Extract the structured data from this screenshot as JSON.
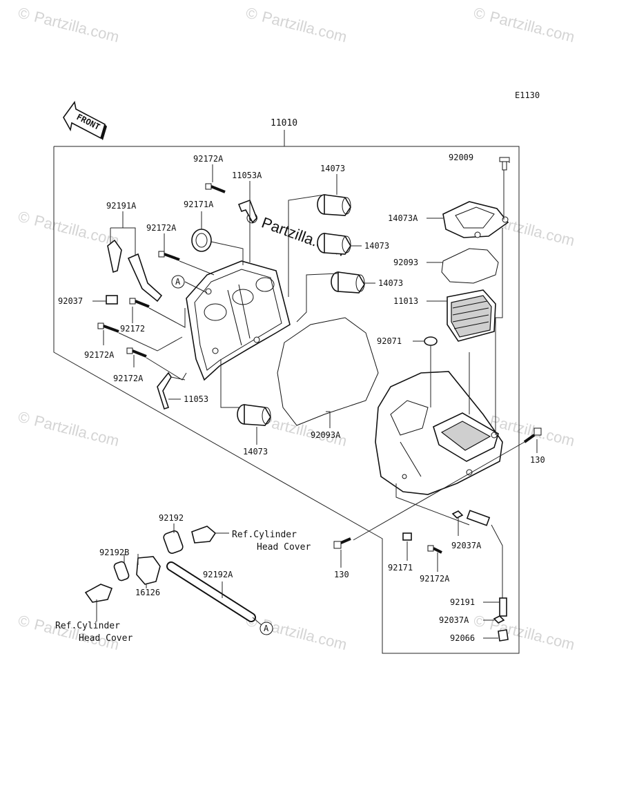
{
  "diagram_code": "E1130",
  "front_arrow": "FRONT",
  "watermark": {
    "text": "Partzilla.com",
    "copyright_symbol": "©",
    "color": "#d4d4d4"
  },
  "callouts": {
    "assembly": "11010",
    "ref_a": "A"
  },
  "part_labels": [
    "92172A",
    "11053A",
    "14073",
    "92009",
    "92191A",
    "92171A",
    "14073A",
    "92172A",
    "14073",
    "92093",
    "14073",
    "11013",
    "92037",
    "92172",
    "92071",
    "92172A",
    "92172A",
    "11053",
    "92093A",
    "14073",
    "130",
    "92192",
    "92192B",
    "16126",
    "92192A",
    "130",
    "92171",
    "92172A",
    "92037A",
    "92191",
    "92037A",
    "92066"
  ],
  "references": {
    "upper_line1": "Ref.Cylinder",
    "upper_line2": "Head Cover",
    "lower_line1": "Ref.Cylinder",
    "lower_line2": "Head Cover"
  }
}
